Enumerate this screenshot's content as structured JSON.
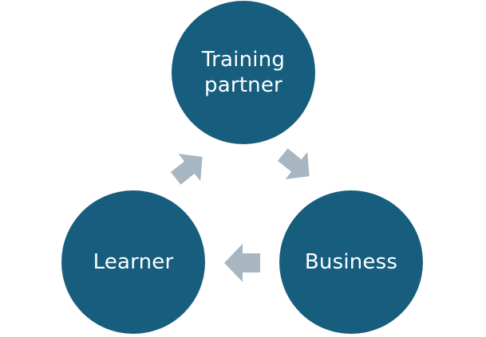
{
  "diagram": {
    "nodes": {
      "training_partner": {
        "label": "Training\npartner"
      },
      "learner": {
        "label": "Learner"
      },
      "business": {
        "label": "Business"
      }
    },
    "colors": {
      "node_fill": "#175d7e",
      "arrow_fill": "#a7b6c1",
      "label_color": "#ffffff"
    },
    "flow": [
      {
        "from": "training_partner",
        "to": "business",
        "icon": "arrow-right-down-icon"
      },
      {
        "from": "business",
        "to": "learner",
        "icon": "arrow-left-icon"
      },
      {
        "from": "learner",
        "to": "training_partner",
        "icon": "arrow-up-right-icon"
      }
    ]
  }
}
